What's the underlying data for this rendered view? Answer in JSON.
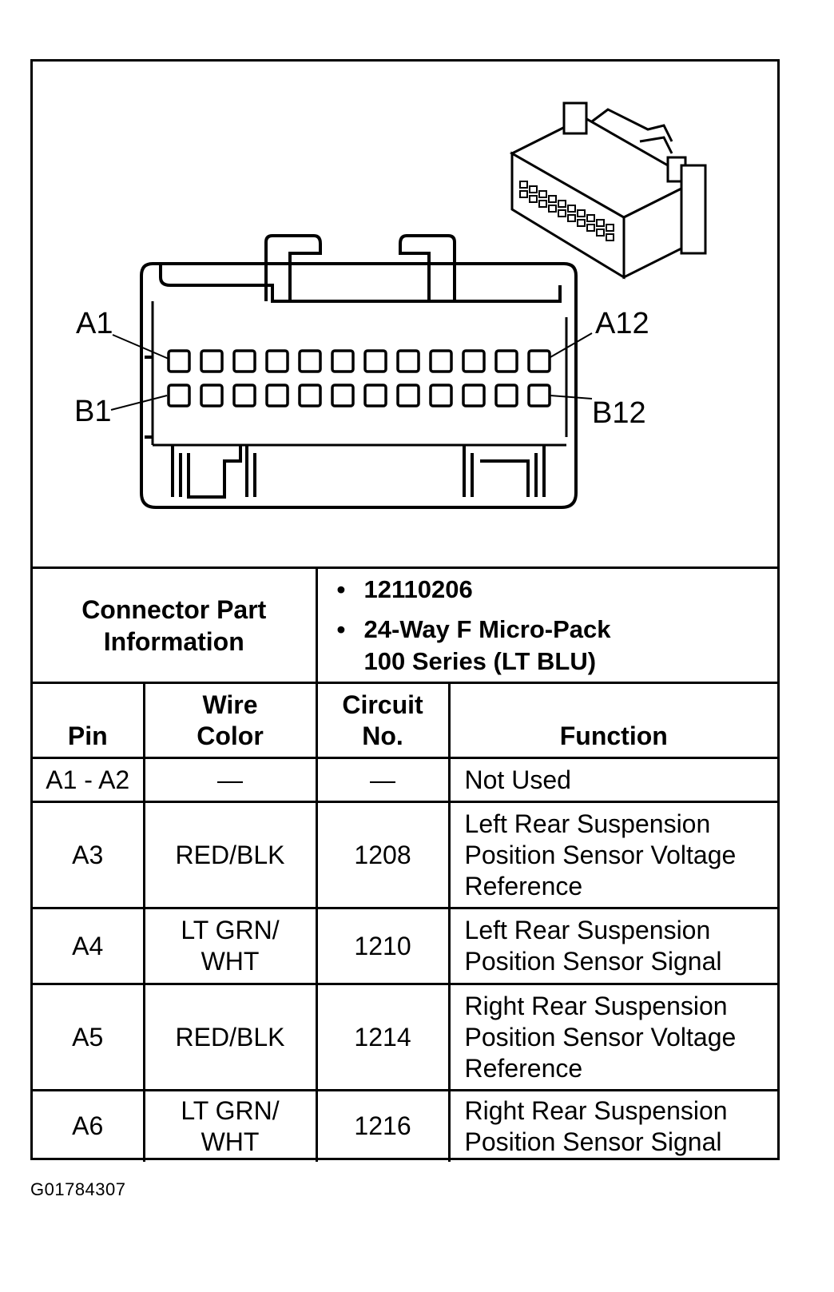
{
  "diagram": {
    "pin_labels": {
      "a1": "A1",
      "a12": "A12",
      "b1": "B1",
      "b12": "B12"
    }
  },
  "connector_info": {
    "label": "Connector Part Information",
    "items": [
      "12110206",
      "24-Way F Micro-Pack 100 Series (LT BLU)"
    ]
  },
  "table": {
    "headers": {
      "pin": "Pin",
      "wire_color": "Wire Color",
      "circuit": "Circuit No.",
      "function": "Function"
    },
    "rows": [
      {
        "pin": "A1 - A2",
        "wire_color": "—",
        "circuit": "—",
        "function": "Not Used"
      },
      {
        "pin": "A3",
        "wire_color": "RED/BLK",
        "circuit": "1208",
        "function": "Left Rear Suspension Position Sensor Voltage Reference"
      },
      {
        "pin": "A4",
        "wire_color": "LT GRN/ WHT",
        "circuit": "1210",
        "function": "Left Rear Suspension Position Sensor Signal"
      },
      {
        "pin": "A5",
        "wire_color": "RED/BLK",
        "circuit": "1214",
        "function": "Right Rear Suspension Position Sensor Voltage Reference"
      },
      {
        "pin": "A6",
        "wire_color": "LT GRN/ WHT",
        "circuit": "1216",
        "function": "Right Rear Suspension Position Sensor Signal"
      }
    ]
  },
  "footer": {
    "code": "G01784307"
  }
}
